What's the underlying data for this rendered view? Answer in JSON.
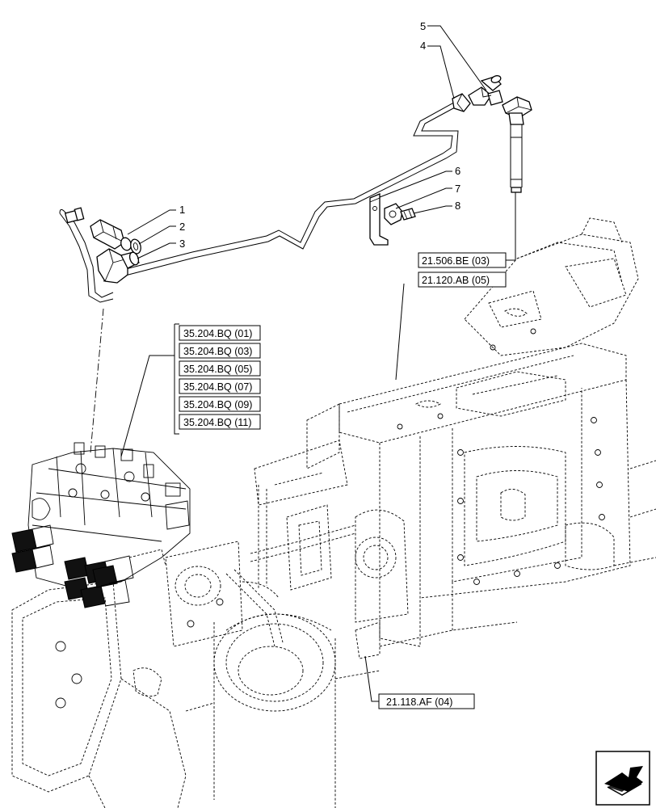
{
  "callouts": [
    "1",
    "2",
    "3",
    "4",
    "5",
    "6",
    "7",
    "8"
  ],
  "references": {
    "r1": "21.506.BE (03)",
    "r2": "21.120.AB (05)",
    "r3": "21.118.AF (04)"
  },
  "group_refs": [
    "35.204.BQ (01)",
    "35.204.BQ (03)",
    "35.204.BQ (05)",
    "35.204.BQ (07)",
    "35.204.BQ (09)",
    "35.204.BQ (11)"
  ],
  "icons": {
    "corner": "next-page-arrow-icon"
  }
}
